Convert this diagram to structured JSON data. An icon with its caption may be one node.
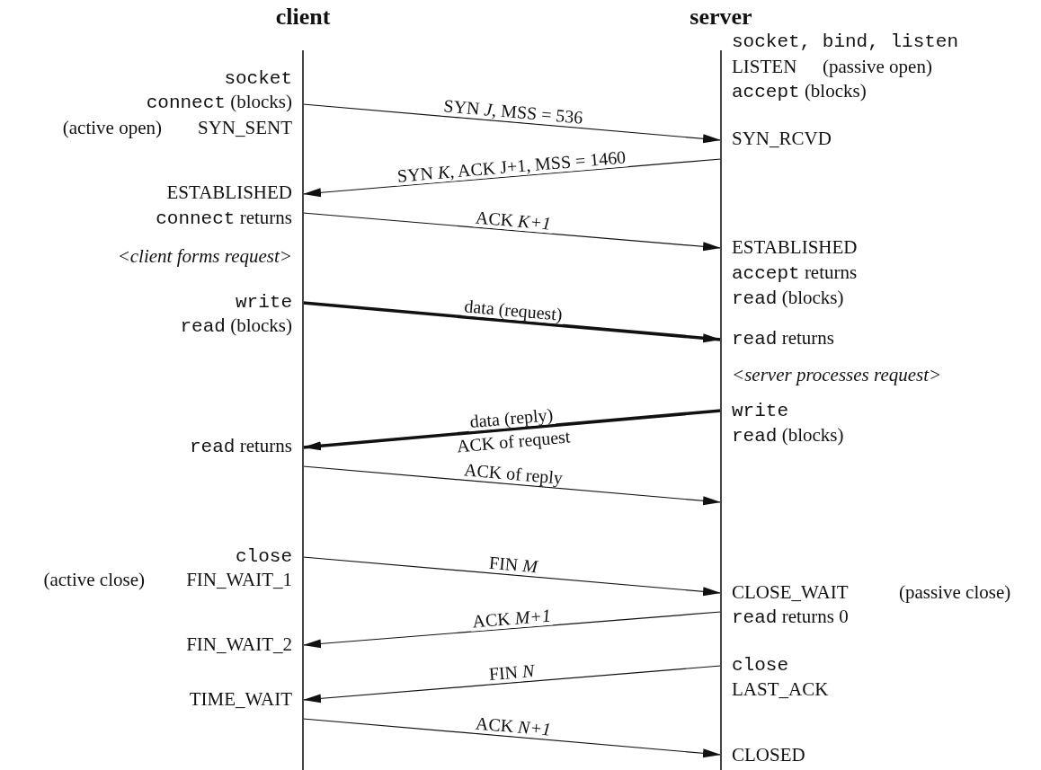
{
  "diagram": {
    "nodes": [
      {
        "text": [
          "client"
        ]
      },
      {
        "text": [
          "server"
        ]
      }
    ],
    "edges": [
      {
        "from": 0,
        "to": 1,
        "arrow": "to",
        "label": "SYN *J*, MSS = 536"
      },
      {
        "from": 1,
        "to": 0,
        "arrow": "to",
        "label": "SYN *K*, ACK J+1, MSS = 1460"
      },
      {
        "from": 0,
        "to": 1,
        "arrow": "to",
        "label": "ACK *K+1*"
      },
      {
        "from": 0,
        "to": 1,
        "arrow": "to",
        "label": "data (request)",
        "style": "thick"
      },
      {
        "from": 1,
        "to": 0,
        "arrow": "to",
        "label": "data (reply)",
        "style": "thick"
      },
      {
        "from": 0,
        "to": 1,
        "arrow": "to",
        "label": "ACK of reply"
      },
      {
        "from": 0,
        "to": 1,
        "arrow": "to",
        "label": "FIN *M*"
      },
      {
        "from": 1,
        "to": 0,
        "arrow": "to",
        "label": "ACK *M+1*"
      },
      {
        "from": 1,
        "to": 0,
        "arrow": "to",
        "label": "FIN *N*"
      },
      {
        "from": 0,
        "to": 1,
        "arrow": "to",
        "label": "ACK *N+1*"
      }
    ],
    "labels": [
      "socket, bind, listen",
      "LISTEN",
      "(passive open)",
      "socket",
      "accept (blocks)",
      "connect (blocks)",
      "(active open)",
      "SYN_SENT",
      "SYN_RCVD",
      "ESTABLISHED",
      "connect returns",
      "ESTABLISHED",
      "<client forms request>",
      "accept returns",
      "write",
      "read (blocks)",
      "read (blocks)",
      "read returns",
      "<server processes request>",
      "write",
      "read (blocks)",
      "read returns",
      "ACK of request",
      "close",
      "(active close)",
      "FIN_WAIT_1",
      "CLOSE_WAIT",
      "(passive close)",
      "read returns 0",
      "FIN_WAIT_2",
      "close",
      "LAST_ACK",
      "TIME_WAIT",
      "CLOSED"
    ]
  }
}
